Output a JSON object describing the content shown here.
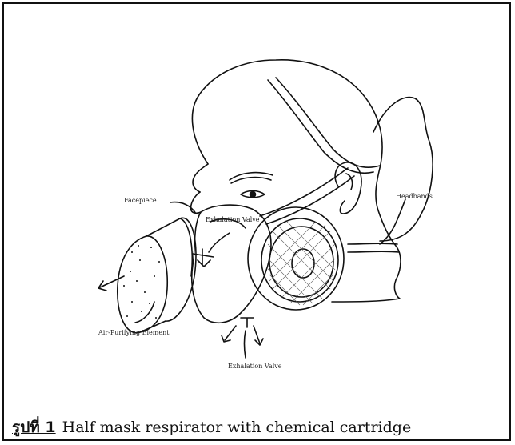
{
  "figure": {
    "labels": {
      "facepiece": "Facepiece",
      "headbands": "Headbands",
      "exhalation_valve_top": "Exhalation Valve",
      "air_purifying_element": "Air-Purifying Element",
      "exhalation_valve_bottom": "Exhalation Valve"
    },
    "caption": {
      "number": "รูปที่ 1",
      "text": "Half mask respirator with chemical cartridge"
    }
  }
}
